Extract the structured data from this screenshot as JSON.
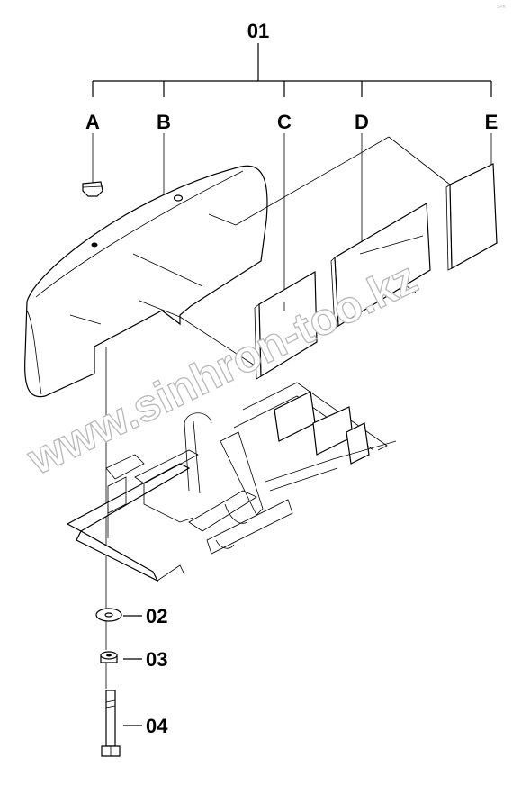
{
  "callouts": {
    "assembly": "01",
    "a": "A",
    "b": "B",
    "c": "C",
    "d": "D",
    "e": "E",
    "washer": "02",
    "nut": "03",
    "bolt": "04"
  },
  "watermark": "www.sinhron-too.kz",
  "corner_mark": "SPK"
}
